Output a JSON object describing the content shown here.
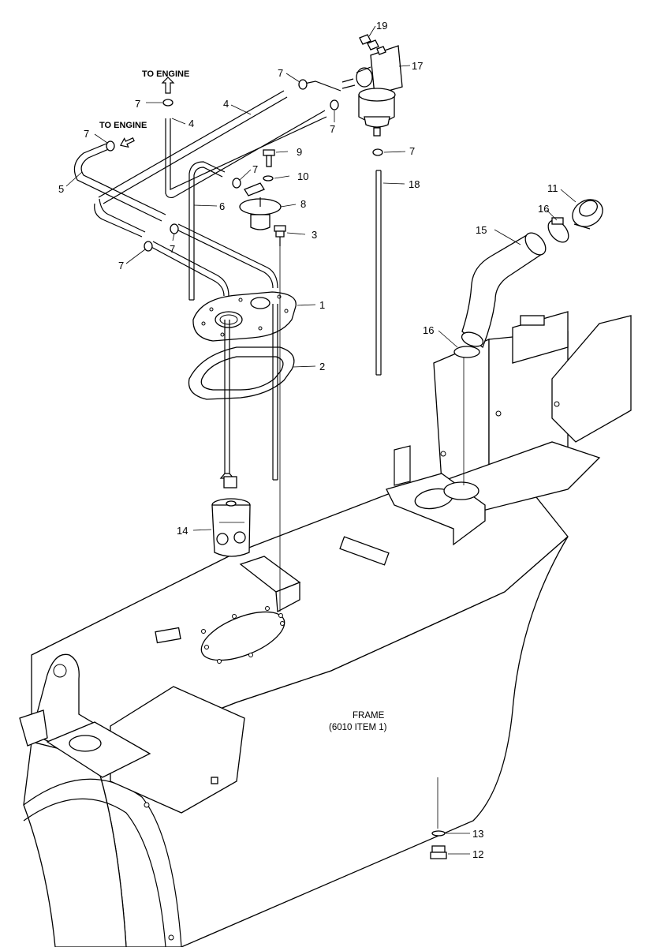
{
  "diagram": {
    "notes": {
      "to_engine_upper": "TO ENGINE",
      "to_engine_left": "TO ENGINE",
      "frame_title": "FRAME",
      "frame_ref": "(6010 ITEM 1)"
    },
    "callouts": [
      {
        "id": "c19",
        "text": "19"
      },
      {
        "id": "c17",
        "text": "17"
      },
      {
        "id": "c7a",
        "text": "7"
      },
      {
        "id": "c7b",
        "text": "7"
      },
      {
        "id": "c7c",
        "text": "7"
      },
      {
        "id": "c7d",
        "text": "7"
      },
      {
        "id": "c7e",
        "text": "7"
      },
      {
        "id": "c7f",
        "text": "7"
      },
      {
        "id": "c7g",
        "text": "7"
      },
      {
        "id": "c7h",
        "text": "7"
      },
      {
        "id": "c7i",
        "text": "7"
      },
      {
        "id": "c4a",
        "text": "4"
      },
      {
        "id": "c4b",
        "text": "4"
      },
      {
        "id": "c5",
        "text": "5"
      },
      {
        "id": "c6",
        "text": "6"
      },
      {
        "id": "c9",
        "text": "9"
      },
      {
        "id": "c10",
        "text": "10"
      },
      {
        "id": "c8",
        "text": "8"
      },
      {
        "id": "c3",
        "text": "3"
      },
      {
        "id": "c18",
        "text": "18"
      },
      {
        "id": "c11",
        "text": "11"
      },
      {
        "id": "c16a",
        "text": "16"
      },
      {
        "id": "c16b",
        "text": "16"
      },
      {
        "id": "c15",
        "text": "15"
      },
      {
        "id": "c1",
        "text": "1"
      },
      {
        "id": "c2",
        "text": "2"
      },
      {
        "id": "c14",
        "text": "14"
      },
      {
        "id": "c13",
        "text": "13"
      },
      {
        "id": "c12",
        "text": "12"
      }
    ]
  }
}
